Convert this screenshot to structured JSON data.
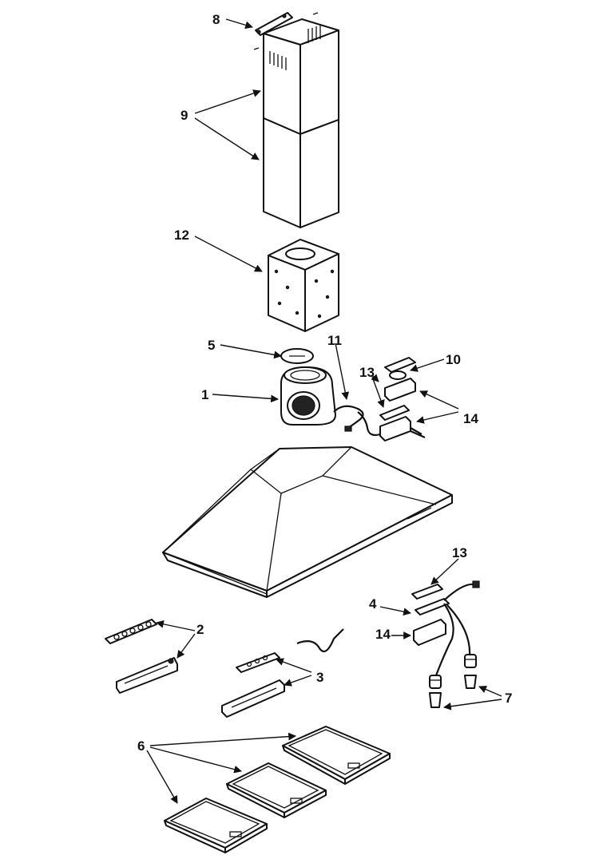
{
  "callouts": {
    "c1": "1",
    "c2": "2",
    "c3": "3",
    "c4": "4",
    "c5": "5",
    "c6": "6",
    "c7": "7",
    "c8": "8",
    "c9": "9",
    "c10": "10",
    "c11": "11",
    "c12": "12",
    "c13_upper": "13",
    "c13_lower": "13",
    "c14_upper": "14",
    "c14_lower": "14"
  }
}
